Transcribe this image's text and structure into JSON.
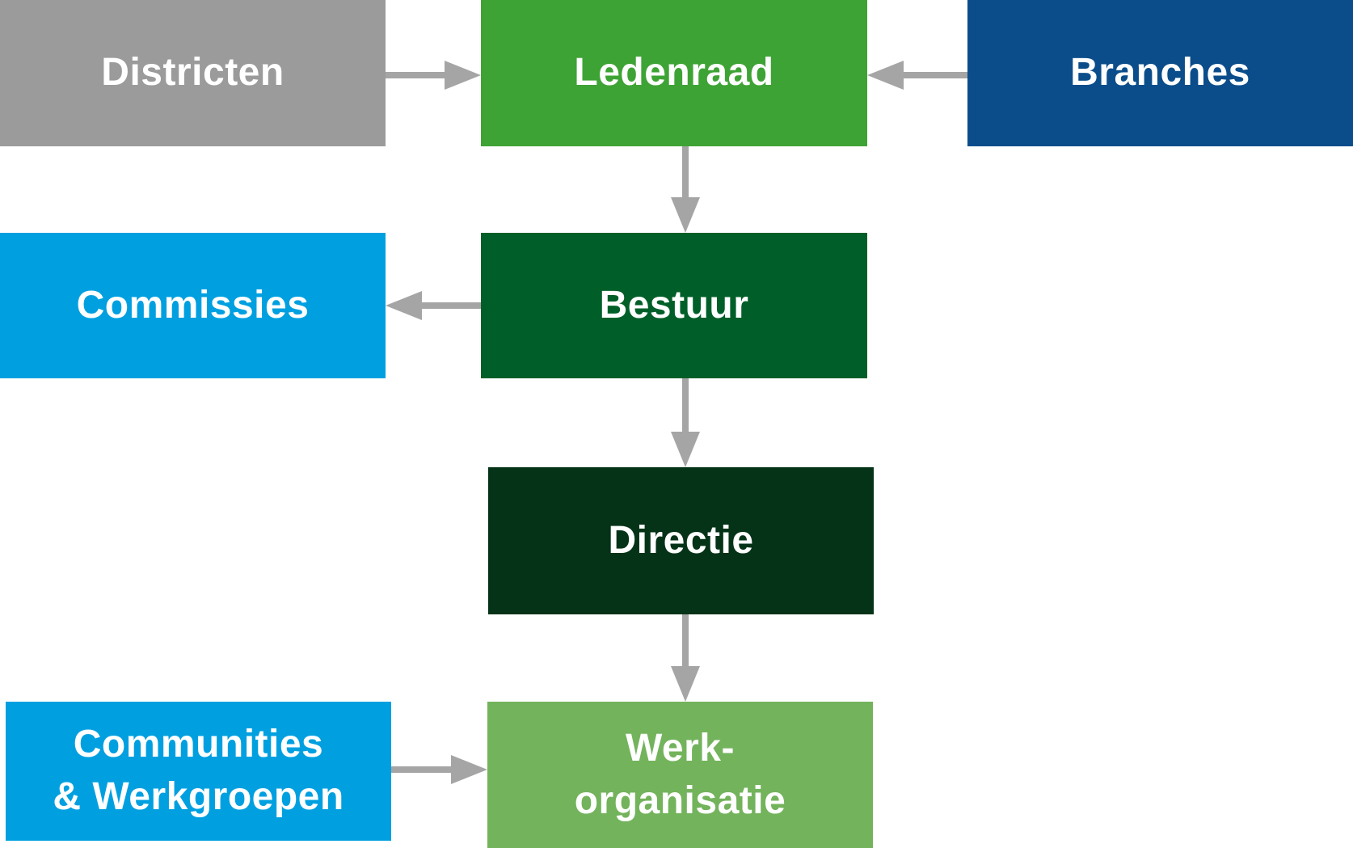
{
  "diagram": {
    "type": "org-chart",
    "background": "#ffffff",
    "text_color": "#ffffff",
    "arrow_color": "#a5a5a5",
    "nodes": [
      {
        "id": "districten",
        "label": "Districten",
        "color": "#9b9b9b"
      },
      {
        "id": "ledenraad",
        "label": "Ledenraad",
        "color": "#3ea335"
      },
      {
        "id": "branches",
        "label": "Branches",
        "color": "#0b4d8a"
      },
      {
        "id": "commissies",
        "label": "Commissies",
        "color": "#00a0e0"
      },
      {
        "id": "bestuur",
        "label": "Bestuur",
        "color": "#005f28"
      },
      {
        "id": "directie",
        "label": "Directie",
        "color": "#053317"
      },
      {
        "id": "communities",
        "label": "Communities\n& Werkgroepen",
        "color": "#00a0e0"
      },
      {
        "id": "werkorganisatie",
        "label": "Werk-\norganisatie",
        "color": "#73b35c"
      }
    ],
    "edges": [
      {
        "from": "districten",
        "to": "ledenraad",
        "direction": "right"
      },
      {
        "from": "branches",
        "to": "ledenraad",
        "direction": "left"
      },
      {
        "from": "ledenraad",
        "to": "bestuur",
        "direction": "down"
      },
      {
        "from": "bestuur",
        "to": "commissies",
        "direction": "left"
      },
      {
        "from": "bestuur",
        "to": "directie",
        "direction": "down"
      },
      {
        "from": "directie",
        "to": "werkorganisatie",
        "direction": "down"
      },
      {
        "from": "communities",
        "to": "werkorganisatie",
        "direction": "right"
      }
    ]
  }
}
